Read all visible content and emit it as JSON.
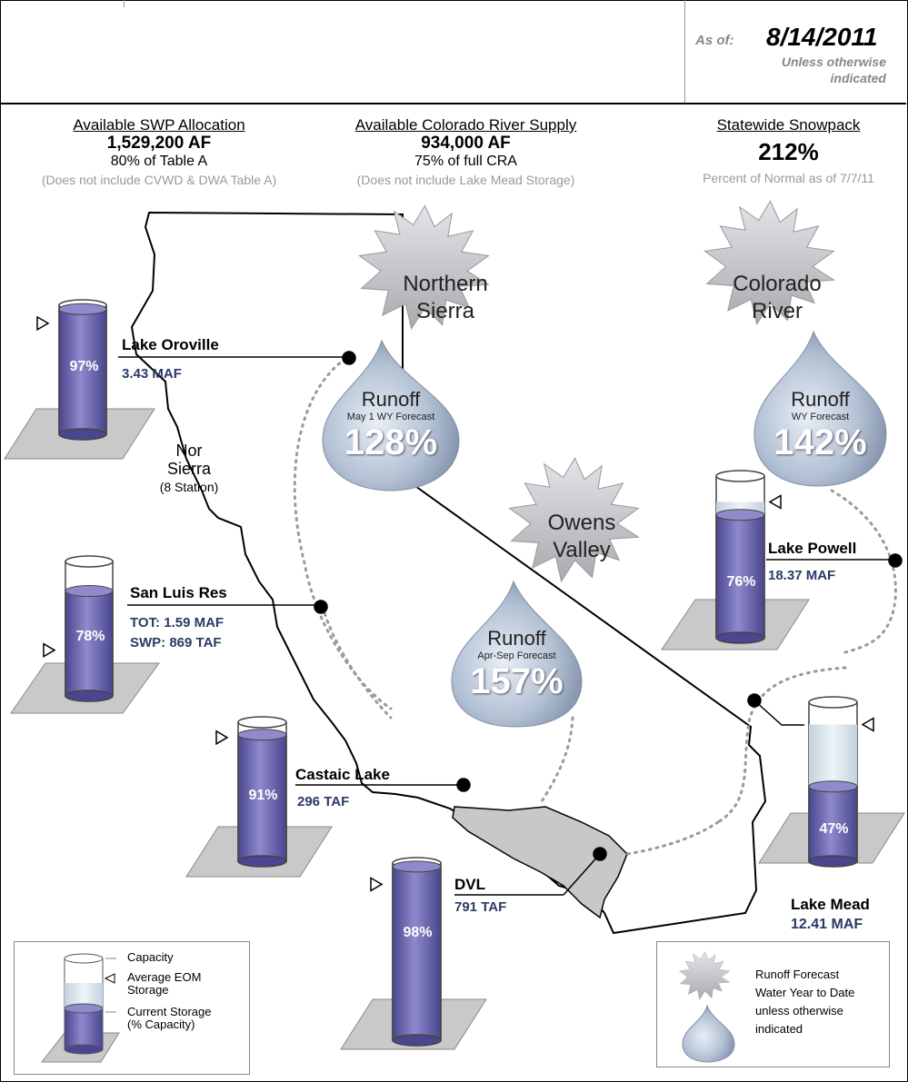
{
  "header": {
    "asof_label": "As of:",
    "date": "8/14/2011",
    "note_line1": "Unless otherwise",
    "note_line2": "indicated"
  },
  "summaries": {
    "swp": {
      "title": "Available SWP Allocation",
      "value": "1,529,200 AF",
      "sub": "80% of Table A",
      "note": "(Does not include CVWD & DWA Table A)"
    },
    "colorado": {
      "title": "Available Colorado River Supply",
      "value": "934,000 AF",
      "sub": "75% of full CRA",
      "note": "(Does not include Lake Mead Storage)"
    },
    "snowpack": {
      "title": "Statewide Snowpack",
      "value": "212%",
      "note": "Percent of Normal as of 7/7/11"
    }
  },
  "reservoirs": {
    "oroville": {
      "name": "Lake Oroville",
      "pct_label": "97%",
      "fill": 0.97,
      "avg": 0.86,
      "value": "3.43 MAF"
    },
    "sanluis": {
      "name": "San Luis Res",
      "pct_label": "78%",
      "fill": 0.78,
      "avg": 0.34,
      "tot": "TOT:  1.59 MAF",
      "swp": "SWP: 869 TAF"
    },
    "castaic": {
      "name": "Castaic Lake",
      "pct_label": "91%",
      "fill": 0.91,
      "avg": 0.89,
      "value": "296 TAF"
    },
    "dvl": {
      "name": "DVL",
      "pct_label": "98%",
      "fill": 0.98,
      "avg": 0.88,
      "value": "791 TAF"
    },
    "powell": {
      "name": "Lake Powell",
      "pct_label": "76%",
      "fill": 0.76,
      "avg": 0.84,
      "value": "18.37 MAF"
    },
    "mead": {
      "name": "Lake Mead",
      "pct_label": "47%",
      "fill": 0.47,
      "avg": 0.86,
      "value": "12.41 MAF"
    }
  },
  "runoff": {
    "north": {
      "region1": "Northern",
      "region2": "Sierra",
      "title": "Runoff",
      "sub": "May 1 WY Forecast",
      "pct": "128%"
    },
    "colorado": {
      "region1": "Colorado",
      "region2": "River",
      "title": "Runoff",
      "sub": "WY Forecast",
      "pct": "142%"
    },
    "owens": {
      "region1": "Owens",
      "region2": "Valley",
      "title": "Runoff",
      "sub": "Apr-Sep Forecast",
      "pct": "157%"
    }
  },
  "norsierra": {
    "line1": "Nor",
    "line2": "Sierra",
    "line3": "(8 Station)"
  },
  "legend_left": {
    "capacity": "Capacity",
    "avg1": "Average EOM",
    "avg2": "Storage",
    "cur1": "Current Storage",
    "cur2": "(% Capacity)"
  },
  "legend_right": {
    "l1": "Runoff Forecast",
    "l2": "Water Year to Date",
    "l3": "unless otherwise",
    "l4": "indicated"
  },
  "colors": {
    "water": "#6b67b2",
    "empty": "#ffffff",
    "avg_band": "#d8e4ec",
    "base": "#c9c9c9",
    "snow": "#c8c8cc",
    "drop": "#a9b8cd"
  }
}
